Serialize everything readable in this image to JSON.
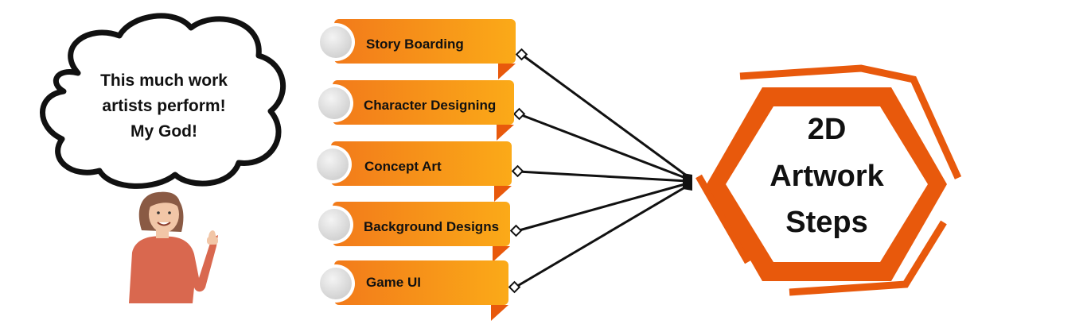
{
  "speech_bubble": {
    "lines": [
      "This much work",
      "artists perform!",
      "My God!"
    ]
  },
  "steps": [
    {
      "label": "Story Boarding"
    },
    {
      "label": "Character Designing"
    },
    {
      "label": "Concept Art"
    },
    {
      "label": "Background Designs"
    },
    {
      "label": "Game UI"
    }
  ],
  "hexagon": {
    "lines": [
      "2D",
      "Artwork",
      "Steps"
    ]
  },
  "colors": {
    "orange_light": "#FBA919",
    "orange_dark": "#F27A1A",
    "fold": "#E8590C",
    "hex_orange": "#E8590C",
    "person_shirt": "#D9684F",
    "person_hair": "#8A5A44",
    "person_skin": "#F2C6A7"
  }
}
